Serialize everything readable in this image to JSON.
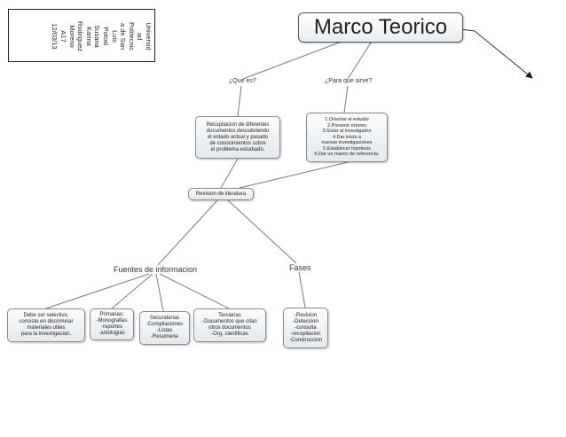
{
  "author_card": {
    "text": "Universid\nad\nPolitecnic\na de San\nLuis\nPotosi\nSusana\nKarina\nRodriguez\nMoreno\nA17\n12/03/13"
  },
  "map": {
    "title": "Marco Teorico",
    "q_que_es": "¿Que es?",
    "q_para_que": "¿Para que sirve?",
    "definicion": "Recopilacion de diferentes\ndocumentos descubriendo\nel estado actual y pasado\nde conocimientos sobre\nel problema estudiado.",
    "funciones": "1.Orientar el estudio\n2.Prevenir errores\n3.Guiar al investigador\n4.Dar inicio a\nnuevas investigaciones\n5.Establecer hipotesis\n6.Dar un marco de referencia.",
    "revision": "Revision de literatura",
    "fuentes": "Fuentes de informacion",
    "fases": "Fases",
    "selectiva": "Debe ser selective,\nconsiste en discriminar\nmateriales utiles\npara la investigacion.",
    "primarias": "Primarias:\n-Monografias\n-reportes\n-antologias",
    "secundarias": "Secundarias\n-Compilaciones\n-Listas\n-Resumene",
    "terciarias": "Terciarias\n-Documentos que citan\notros documentos\n-Org. cientificas",
    "fases_lista": "-Revision\n-Deteccion\n-consulta\n-recopilacion\n-Construccion"
  },
  "colors": {
    "connector": "#7a7a7a",
    "node_border": "#8a8a8a"
  }
}
